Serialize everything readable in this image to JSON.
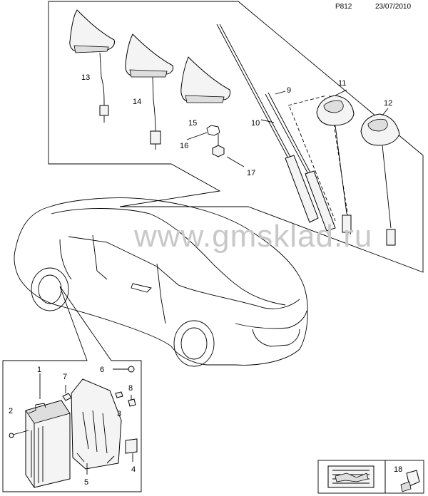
{
  "header": {
    "page_code": "P812",
    "date": "23/07/2010"
  },
  "watermark": "www.gmsklad.ru",
  "callouts": [
    {
      "id": "c1",
      "text": "1"
    },
    {
      "id": "c2",
      "text": "2"
    },
    {
      "id": "c3",
      "text": "3"
    },
    {
      "id": "c4",
      "text": "4"
    },
    {
      "id": "c5",
      "text": "5"
    },
    {
      "id": "c6",
      "text": "6"
    },
    {
      "id": "c7",
      "text": "7"
    },
    {
      "id": "c8",
      "text": "8"
    },
    {
      "id": "c9",
      "text": "9"
    },
    {
      "id": "c10",
      "text": "10"
    },
    {
      "id": "c11",
      "text": "11"
    },
    {
      "id": "c12",
      "text": "12"
    },
    {
      "id": "c13",
      "text": "13"
    },
    {
      "id": "c14",
      "text": "14"
    },
    {
      "id": "c15",
      "text": "15"
    },
    {
      "id": "c16",
      "text": "16"
    },
    {
      "id": "c17",
      "text": "17"
    },
    {
      "id": "c18",
      "text": "18"
    }
  ],
  "icons": {
    "manual": "manual-tools-icon",
    "adhesive": "adhesive-tube-icon"
  }
}
